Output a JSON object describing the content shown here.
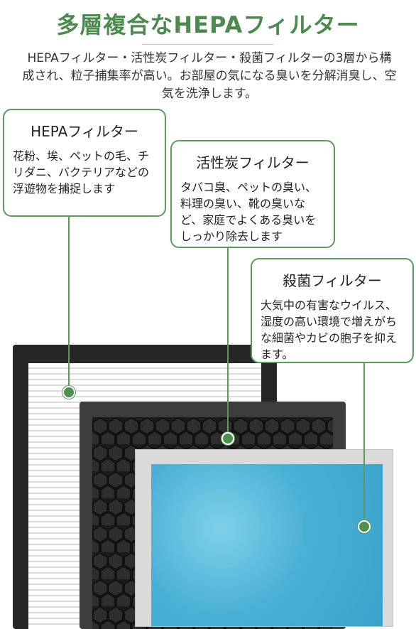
{
  "heading": {
    "title": "多層複合なHEPAフィルター",
    "description": "HEPAフィルター・活性炭フィルター・殺菌フィルターの3層から構成され、粒子捕集率が高い。お部屋の気になる臭いを分解消臭し、空気を洗浄します。"
  },
  "callouts": [
    {
      "title": "HEPAフィルター",
      "text": "花粉、埃、ペットの毛、チリダニ、バクテリアなどの浮遊物を捕捉します"
    },
    {
      "title": "活性炭フィルター",
      "text": "タバコ臭、ペットの臭い、料理の臭い、靴の臭いなど、家庭でよくある臭いをしっかり除去します"
    },
    {
      "title": "殺菌フィルター",
      "text": "大気中の有害なウイルス、湿度の高い環境で増えがちな細菌やカビの胞子を抑えます。"
    }
  ],
  "colors": {
    "accent_green": "#4e8a4f",
    "hepa_frame": "#262626",
    "carbon_frame": "#3c3c3c",
    "sterilization_media": "#4bb0d6"
  }
}
